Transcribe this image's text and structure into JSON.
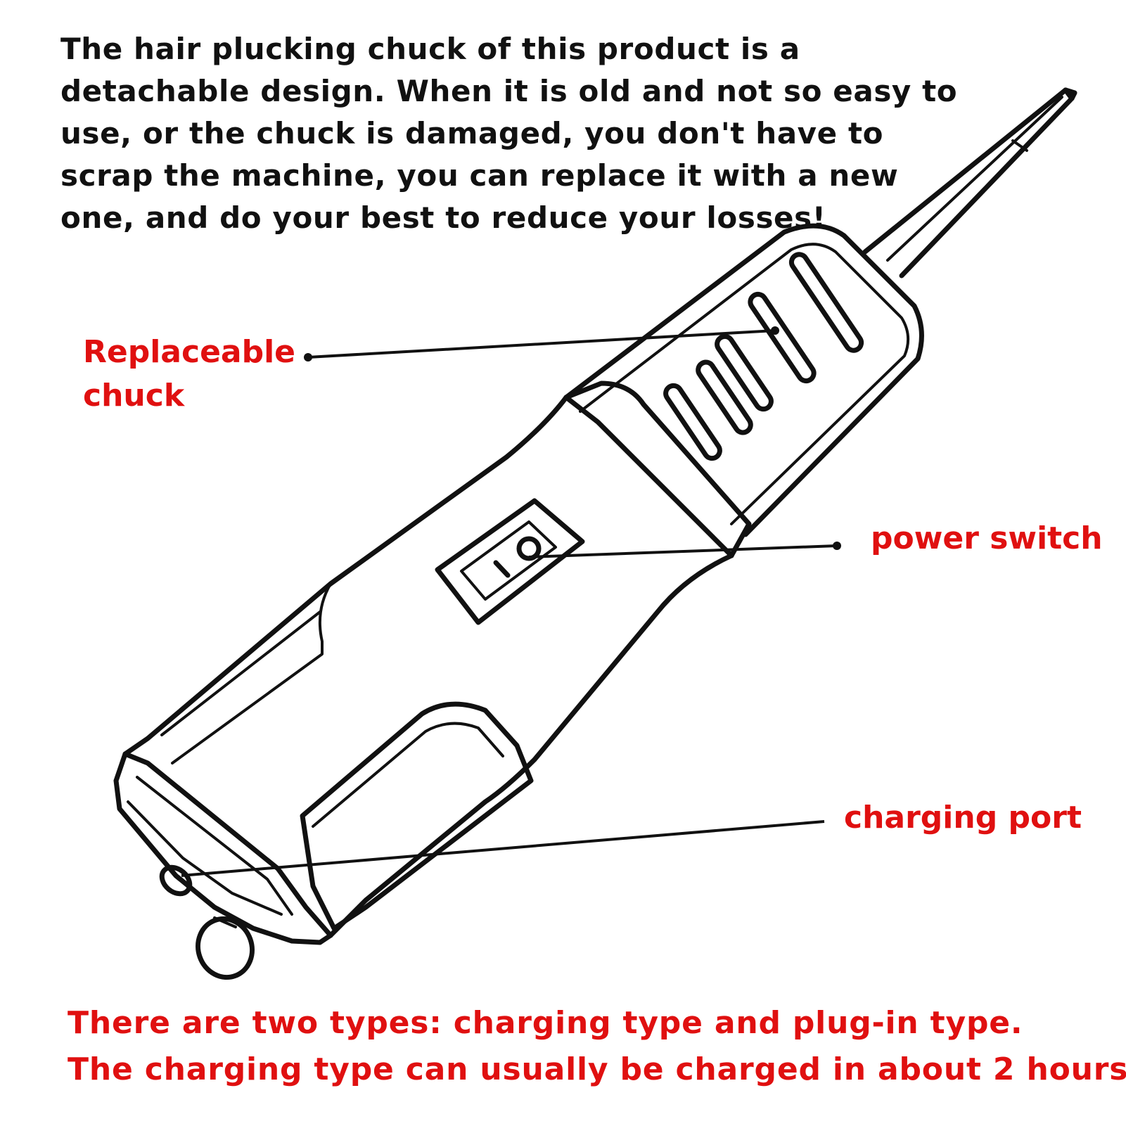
{
  "intro": {
    "lines": [
      "The hair plucking chuck of this product is a",
      "detachable design. When it is old and not so easy to",
      "use, or the chuck is damaged, you don't have to",
      "scrap the machine, you can replace it with a new",
      "one, and do your best to reduce your losses!"
    ]
  },
  "callouts": {
    "chuck": {
      "line1": "Replaceable",
      "line2": "chuck"
    },
    "power_switch": {
      "label": "power switch"
    },
    "charging_port": {
      "label": "charging port"
    }
  },
  "footer": {
    "lines": [
      "There are two types: charging type and plug-in type.",
      "The charging type can usually be charged in about 2 hours."
    ]
  },
  "colors": {
    "text": "#111111",
    "label": "#e01010",
    "line_art": "#111111",
    "background": "#ffffff"
  }
}
